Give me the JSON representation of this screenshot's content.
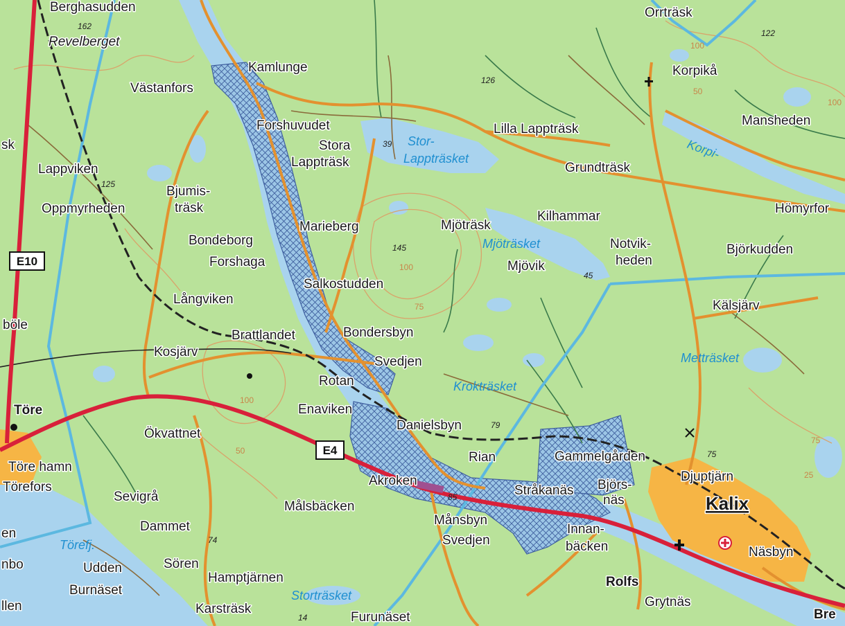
{
  "colors": {
    "land": "#b9e29a",
    "water": "#a9d3ee",
    "road_main": "#d8203a",
    "road_secondary": "#e3912f",
    "road_local": "#8a6a3a",
    "boundary": "#5cb8e0",
    "flood_zone": "#6f8fc7",
    "urban": "#f6b545",
    "contour": "#d9a36a",
    "stream": "#3a7a4a"
  },
  "roads": {
    "e10": "E10",
    "e4": "E4"
  },
  "places": [
    {
      "id": "berghasudden",
      "name": "Berghasudden"
    },
    {
      "id": "revelberget",
      "name": "Revelberget"
    },
    {
      "id": "kamlunge",
      "name": "Kamlunge"
    },
    {
      "id": "vastanfors",
      "name": "Västanfors"
    },
    {
      "id": "orrtrask",
      "name": "Orrträsk"
    },
    {
      "id": "korpika",
      "name": "Korpikå"
    },
    {
      "id": "forshuvudet",
      "name": "Forshuvudet"
    },
    {
      "id": "stora",
      "name": "Stora"
    },
    {
      "id": "lapptrask",
      "name": "Lappträsk"
    },
    {
      "id": "lilla",
      "name": "Lilla Lappträsk"
    },
    {
      "id": "mansheden",
      "name": "Mansheden"
    },
    {
      "id": "grundtrask",
      "name": "Grundträsk"
    },
    {
      "id": "lappviken",
      "name": "Lappviken"
    },
    {
      "id": "oppmyrheden",
      "name": "Oppmyrheden"
    },
    {
      "id": "bjumis",
      "name": "Bjumis-"
    },
    {
      "id": "trask",
      "name": "träsk"
    },
    {
      "id": "kilhammar",
      "name": "Kilhammar"
    },
    {
      "id": "homyrfors",
      "name": "Hömyrfor"
    },
    {
      "id": "marieberg",
      "name": "Marieberg"
    },
    {
      "id": "mjotrask",
      "name": "Mjöträsk"
    },
    {
      "id": "bondeborg",
      "name": "Bondeborg"
    },
    {
      "id": "notvik",
      "name": "Notvik-"
    },
    {
      "id": "heden",
      "name": "heden"
    },
    {
      "id": "bjorkudden",
      "name": "Björkudden"
    },
    {
      "id": "forshaga",
      "name": "Forshaga"
    },
    {
      "id": "mjovik",
      "name": "Mjövik"
    },
    {
      "id": "salkostudden",
      "name": "Salkostudden"
    },
    {
      "id": "langviken",
      "name": "Långviken"
    },
    {
      "id": "kalsjarv",
      "name": "Kälsjärv"
    },
    {
      "id": "bole",
      "name": "böle"
    },
    {
      "id": "brattlandet",
      "name": "Brattlandet"
    },
    {
      "id": "bondersbyn",
      "name": "Bondersbyn"
    },
    {
      "id": "kosjarv",
      "name": "Kosjärv"
    },
    {
      "id": "svedjen1",
      "name": "Svedjen"
    },
    {
      "id": "rotan",
      "name": "Rotan"
    },
    {
      "id": "tore",
      "name": "Töre"
    },
    {
      "id": "enaviken",
      "name": "Enaviken"
    },
    {
      "id": "okvattnet",
      "name": "Ökvattnet"
    },
    {
      "id": "danielsbyn",
      "name": "Danielsbyn"
    },
    {
      "id": "gammelgarden",
      "name": "Gammelgården"
    },
    {
      "id": "torehamn",
      "name": "Töre hamn"
    },
    {
      "id": "rian",
      "name": "Rian"
    },
    {
      "id": "djuptjarn",
      "name": "Djuptjärn"
    },
    {
      "id": "torefors",
      "name": "Törefors"
    },
    {
      "id": "akroken",
      "name": "Akroken"
    },
    {
      "id": "kalix",
      "name": "Kalix"
    },
    {
      "id": "sevigra",
      "name": "Sevigrå"
    },
    {
      "id": "strakanas",
      "name": "Stråkanäs"
    },
    {
      "id": "bjorsnas1",
      "name": "Björs-"
    },
    {
      "id": "bjorsnas2",
      "name": "näs"
    },
    {
      "id": "malsbacken",
      "name": "Målsbäcken"
    },
    {
      "id": "dammet",
      "name": "Dammet"
    },
    {
      "id": "mansbyn",
      "name": "Månsbyn"
    },
    {
      "id": "svedjen2",
      "name": "Svedjen"
    },
    {
      "id": "innan",
      "name": "Innan-"
    },
    {
      "id": "backen",
      "name": "bäcken"
    },
    {
      "id": "nasbyn",
      "name": "Näsbyn"
    },
    {
      "id": "udden",
      "name": "Udden"
    },
    {
      "id": "soren",
      "name": "Sören"
    },
    {
      "id": "hamptjarnen",
      "name": "Hamptjärnen"
    },
    {
      "id": "burnaset",
      "name": "Burnäset"
    },
    {
      "id": "rolfs",
      "name": "Rolfs"
    },
    {
      "id": "grytnas",
      "name": "Grytnäs"
    },
    {
      "id": "karstrask",
      "name": "Karsträsk"
    },
    {
      "id": "furunaset",
      "name": "Furunäset"
    },
    {
      "id": "en",
      "name": "en"
    },
    {
      "id": "nbo",
      "name": "nbo"
    },
    {
      "id": "llen",
      "name": "llen"
    },
    {
      "id": "bre",
      "name": "Bre"
    },
    {
      "id": "sk",
      "name": "sk"
    }
  ],
  "water_names": [
    {
      "id": "storlapp1",
      "name": "Stor-"
    },
    {
      "id": "storlapp2",
      "name": "Lappträsket"
    },
    {
      "id": "korpi",
      "name": "Korpi-"
    },
    {
      "id": "mjotrasket",
      "name": "Mjöträsket"
    },
    {
      "id": "mettrasket",
      "name": "Metträsket"
    },
    {
      "id": "kroktrasket",
      "name": "Krokträsket"
    },
    {
      "id": "torefj",
      "name": "Törefj."
    },
    {
      "id": "stortrasket",
      "name": "Storträsket"
    }
  ],
  "elevations": [
    {
      "id": "e162",
      "value": "162"
    },
    {
      "id": "e126",
      "value": "126"
    },
    {
      "id": "e122",
      "value": "122"
    },
    {
      "id": "e39",
      "value": "39"
    },
    {
      "id": "e125",
      "value": "125"
    },
    {
      "id": "e145",
      "value": "145"
    },
    {
      "id": "e45",
      "value": "45"
    },
    {
      "id": "e79",
      "value": "79"
    },
    {
      "id": "e75",
      "value": "75"
    },
    {
      "id": "e85",
      "value": "85"
    },
    {
      "id": "e74",
      "value": "74"
    },
    {
      "id": "e14",
      "value": "14"
    }
  ],
  "contours": [
    {
      "id": "c100a",
      "value": "100"
    },
    {
      "id": "c100b",
      "value": "100"
    },
    {
      "id": "c100c",
      "value": "100"
    },
    {
      "id": "c100d",
      "value": "100"
    },
    {
      "id": "c75a",
      "value": "75"
    },
    {
      "id": "c75b",
      "value": "75"
    },
    {
      "id": "c50a",
      "value": "50"
    },
    {
      "id": "c50b",
      "value": "50"
    },
    {
      "id": "c25",
      "value": "25"
    }
  ]
}
